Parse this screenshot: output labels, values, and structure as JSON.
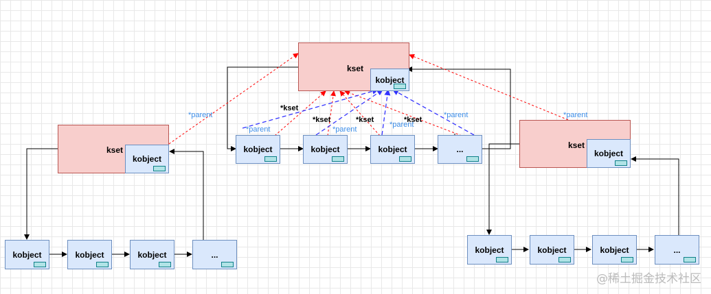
{
  "labels": {
    "kset": "kset",
    "kobject": "kobject",
    "ellipsis": "...",
    "parent": "*parent",
    "kset_ptr": "*kset"
  },
  "watermark": "@稀土掘金技术社区",
  "colors": {
    "kset_fill": "#f8cecc",
    "kset_border": "#b85450",
    "kobject_fill": "#dae8fc",
    "kobject_border": "#6c8ebf",
    "tag_fill": "#b0e3e6",
    "parent_arrow": "#ff0000",
    "kset_arrow": "#3333ff",
    "list_arrow": "#000000",
    "parent_label": "#3d8ee8"
  }
}
